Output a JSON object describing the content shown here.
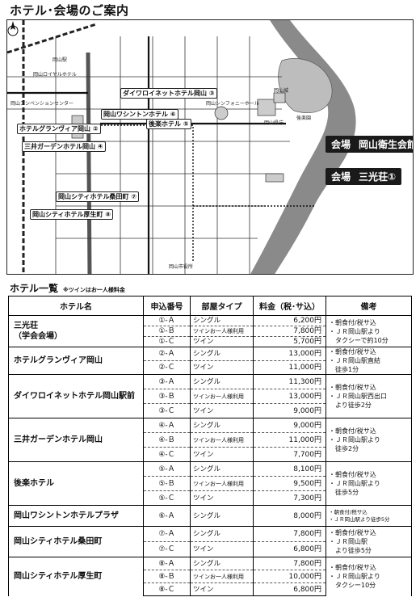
{
  "page_title": "ホテル･会場のご案内",
  "map": {
    "venue1_tag": "会場",
    "venue1_name": "岡山衛生会館",
    "venue2_tag": "会場",
    "venue2_name": "三光荘①",
    "labels": [
      "ダイワロイネットホテル岡山 ③",
      "岡山ワシントンホテル ⑥",
      "後楽ホテル ⑤",
      "ホテルグランヴィア岡山 ②",
      "三井ガーデンホテル岡山 ④",
      "岡山シティホテル桑田町 ⑦",
      "岡山シティホテル厚生町 ⑧"
    ],
    "small_labels": [
      "岡山駅",
      "岡山シンフォニーホール",
      "岡山県庁",
      "後楽園",
      "岡山城",
      "岡山ロイヤルホテル",
      "岡山コンベンションセンター",
      "岡山市役所"
    ]
  },
  "list": {
    "title": "ホテル一覧",
    "note": "※ツインはお一人様料金",
    "headers": [
      "ホテル名",
      "申込番号",
      "部屋タイプ",
      "料金（税･サ込）",
      "備考"
    ],
    "hotels": [
      {
        "name": "三光荘\n（学会会場）",
        "rooms": [
          {
            "code": "①-Ａ",
            "type": "シングル",
            "price": "6,200円"
          },
          {
            "code": "①-Ｂ",
            "type": "ツインお一人様利用",
            "price": "7,800円"
          },
          {
            "code": "①-Ｃ",
            "type": "ツイン",
            "price": "5,700円"
          }
        ],
        "note": "・朝食付/税サ込\n・ＪＲ岡山駅より\n　タクシーで約10分"
      },
      {
        "name": "ホテルグランヴィア岡山",
        "rooms": [
          {
            "code": "②-Ａ",
            "type": "シングル",
            "price": "13,000円"
          },
          {
            "code": "②-Ｃ",
            "type": "ツイン",
            "price": "11,000円"
          }
        ],
        "note": "・朝食付/税サ込\n・ＪＲ岡山駅直結\n　徒歩1分"
      },
      {
        "name": "ダイワロイネットホテル岡山駅前",
        "rooms": [
          {
            "code": "③-Ａ",
            "type": "シングル",
            "price": "11,300円"
          },
          {
            "code": "③-Ｂ",
            "type": "ツインお一人様利用",
            "price": "13,000円"
          },
          {
            "code": "③-Ｃ",
            "type": "ツイン",
            "price": "9,000円"
          }
        ],
        "note": "・朝食付/税サ込\n・ＪＲ岡山駅西出口\n　より徒歩2分"
      },
      {
        "name": "三井ガーデンホテル岡山",
        "rooms": [
          {
            "code": "④-Ａ",
            "type": "シングル",
            "price": "9,000円"
          },
          {
            "code": "④-Ｂ",
            "type": "ツインお一人様利用",
            "price": "11,000円"
          },
          {
            "code": "④-Ｃ",
            "type": "ツイン",
            "price": "7,700円"
          }
        ],
        "note": "・朝食付/税サ込\n・ＪＲ岡山駅より\n　徒歩2分"
      },
      {
        "name": "後楽ホテル",
        "rooms": [
          {
            "code": "⑤-Ａ",
            "type": "シングル",
            "price": "8,100円"
          },
          {
            "code": "⑤-Ｂ",
            "type": "ツインお一人様利用",
            "price": "9,500円"
          },
          {
            "code": "⑤-Ｃ",
            "type": "ツイン",
            "price": "7,300円"
          }
        ],
        "note": "・朝食付/税サ込\n・ＪＲ岡山駅より\n　徒歩5分"
      },
      {
        "name": "岡山ワシントンホテルプラザ",
        "rooms": [
          {
            "code": "⑥-Ａ",
            "type": "シングル",
            "price": "8,000円"
          }
        ],
        "note": "・朝食付/税サ込\n・ＪＲ岡山駅より徒歩5分",
        "note_small": true
      },
      {
        "name": "岡山シティホテル桑田町",
        "rooms": [
          {
            "code": "⑦-Ａ",
            "type": "シングル",
            "price": "7,800円"
          },
          {
            "code": "⑦-Ｃ",
            "type": "ツイン",
            "price": "6,800円"
          }
        ],
        "note": "・朝食付/税サ込\n・ＪＲ岡山駅\n　より徒歩5分"
      },
      {
        "name": "岡山シティホテル厚生町",
        "rooms": [
          {
            "code": "⑧-Ａ",
            "type": "シングル",
            "price": "7,800円"
          },
          {
            "code": "⑧-Ｂ",
            "type": "ツインお一人様利用",
            "price": "10,000円"
          },
          {
            "code": "⑧-Ｃ",
            "type": "ツイン",
            "price": "6,800円"
          }
        ],
        "note": "・朝食付/税サ込\n・ＪＲ岡山駅より\n　タクシー10分"
      }
    ]
  }
}
